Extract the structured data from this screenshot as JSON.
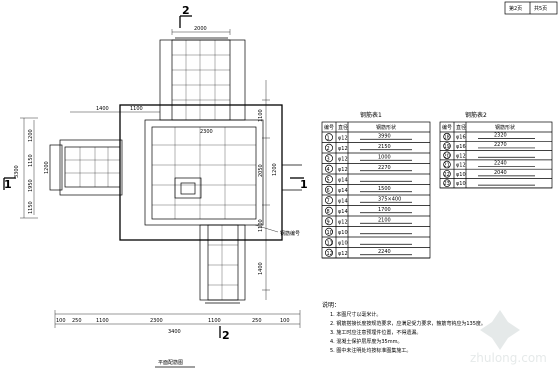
{
  "plan": {
    "section_top": "2",
    "section_bottom": "2",
    "section_left": "1",
    "section_right": "1",
    "dims_top": [
      "2000",
      "2300"
    ],
    "dims_left_row": [
      "1400",
      "1100"
    ],
    "dims_right_col": [
      "1100",
      "2050",
      "1100",
      "1400"
    ],
    "dims_left_col": [
      "3300",
      "1200",
      "1150",
      "1950",
      "1150"
    ],
    "dims_bottom_row": [
      "100",
      "250",
      "1100",
      "2300",
      "1100",
      "250",
      "100"
    ],
    "dim_bottom_total": "3400",
    "dim_inner": "1200",
    "dim_right_inner": "1200",
    "callout_label": "钢筋编号",
    "plan_title": "平面配筋图"
  },
  "table1": {
    "title": "钢筋表1",
    "headers": [
      "编号",
      "直径",
      "钢筋形状"
    ],
    "rows": [
      {
        "no": "1",
        "dia": "φ12",
        "shape": "3990"
      },
      {
        "no": "2",
        "dia": "φ12",
        "shape": "2150"
      },
      {
        "no": "3",
        "dia": "φ12",
        "shape": "1000"
      },
      {
        "no": "4",
        "dia": "φ12",
        "shape": "2270"
      },
      {
        "no": "5",
        "dia": "φ14",
        "shape": ""
      },
      {
        "no": "6",
        "dia": "φ14",
        "shape": "1500"
      },
      {
        "no": "7",
        "dia": "φ14",
        "shape": "375×400"
      },
      {
        "no": "8",
        "dia": "φ14",
        "shape": "1700"
      },
      {
        "no": "9",
        "dia": "φ12",
        "shape": "2100"
      },
      {
        "no": "10",
        "dia": "φ10",
        "shape": ""
      },
      {
        "no": "11",
        "dia": "φ10",
        "shape": ""
      },
      {
        "no": "12",
        "dia": "φ12",
        "shape": "2240"
      }
    ]
  },
  "table2": {
    "title": "钢筋表2",
    "headers": [
      "编号",
      "直径",
      "钢筋形状"
    ],
    "rows": [
      {
        "no": "18",
        "dia": "φ16",
        "shape": "2320"
      },
      {
        "no": "19",
        "dia": "φ16",
        "shape": "2270"
      },
      {
        "no": "20",
        "dia": "φ12",
        "shape": ""
      },
      {
        "no": "21",
        "dia": "φ12",
        "shape": "2240"
      },
      {
        "no": "22",
        "dia": "φ10",
        "shape": "2040"
      },
      {
        "no": "23",
        "dia": "φ10",
        "shape": ""
      }
    ]
  },
  "title_block": {
    "cell1": "第2页",
    "cell2": "共5页"
  },
  "notes": {
    "heading": "说明：",
    "items": [
      "1. 本图尺寸以毫米计。",
      "2. 钢筋搭接长度按规范要求，应满足受力要求，箍筋弯钩应为135度。",
      "3. 施工时应注意预埋件位置，不得遗漏。",
      "4. 混凝土保护层厚度为35mm。",
      "5. 图中未注明处均按标准图集施工。"
    ]
  },
  "watermark": "zhulong.com"
}
